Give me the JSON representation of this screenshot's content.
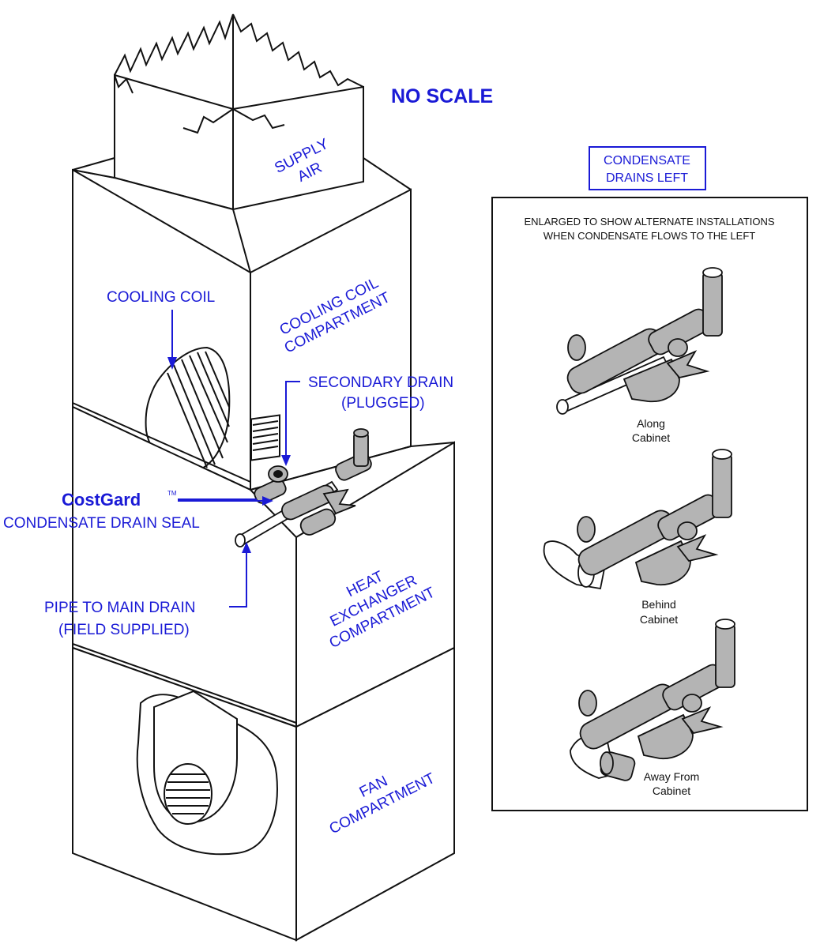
{
  "title": "NO SCALE",
  "main_diagram": {
    "labels": {
      "supply_air_1": "SUPPLY",
      "supply_air_2": "AIR",
      "cooling_coil": "COOLING COIL",
      "cooling_compartment_1": "COOLING COIL",
      "cooling_compartment_2": "COMPARTMENT",
      "secondary_drain_1": "SECONDARY DRAIN",
      "secondary_drain_2": "(PLUGGED)",
      "costgard": "CostGard",
      "trademark": "TM",
      "drain_seal": "CONDENSATE DRAIN SEAL",
      "pipe_main_1": "PIPE TO MAIN DRAIN",
      "pipe_main_2": "(FIELD SUPPLIED)",
      "heat_exchanger_1": "HEAT",
      "heat_exchanger_2": "EXCHANGER",
      "heat_exchanger_3": "COMPARTMENT",
      "fan_1": "FAN",
      "fan_2": "COMPARTMENT"
    }
  },
  "inset": {
    "box_label_1": "CONDENSATE",
    "box_label_2": "DRAINS LEFT",
    "header_1": "ENLARGED TO SHOW ALTERNATE INSTALLATIONS",
    "header_2": "WHEN CONDENSATE FLOWS TO THE LEFT",
    "variants": [
      {
        "caption_1": "Along",
        "caption_2": "Cabinet"
      },
      {
        "caption_1": "Behind",
        "caption_2": "Cabinet"
      },
      {
        "caption_1": "Away From",
        "caption_2": "Cabinet"
      }
    ]
  },
  "colors": {
    "label_blue": "#1a1ad6",
    "pipe_gray": "#b4b4b4",
    "line_black": "#111111"
  }
}
